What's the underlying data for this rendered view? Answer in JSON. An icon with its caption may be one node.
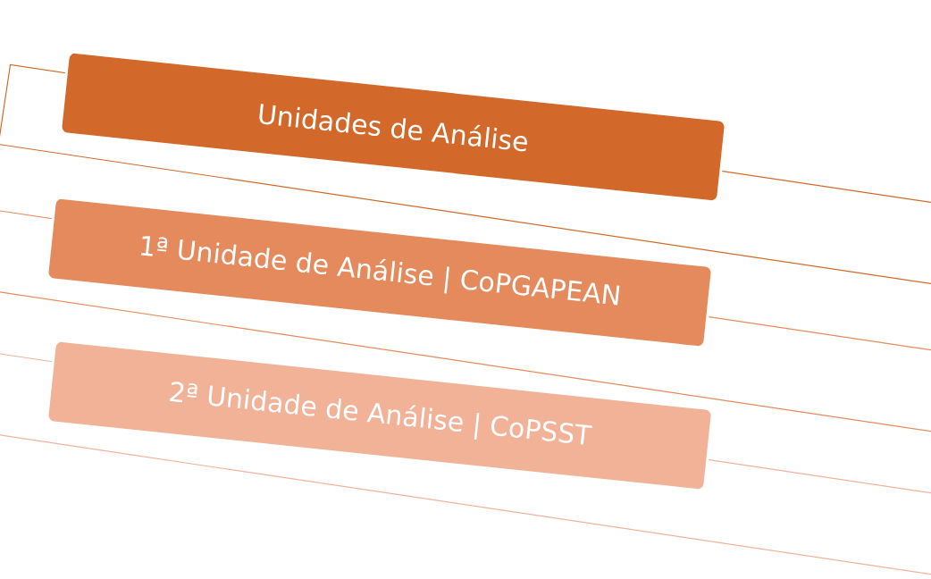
{
  "diagram": {
    "nodes": [
      {
        "text": [
          "Unidades de Análise"
        ]
      },
      {
        "text": [
          "1ª Unidade de Análise | CoPGAPEAN"
        ]
      },
      {
        "text": [
          "2ª Unidade de Análise | CoPSST"
        ]
      }
    ]
  }
}
